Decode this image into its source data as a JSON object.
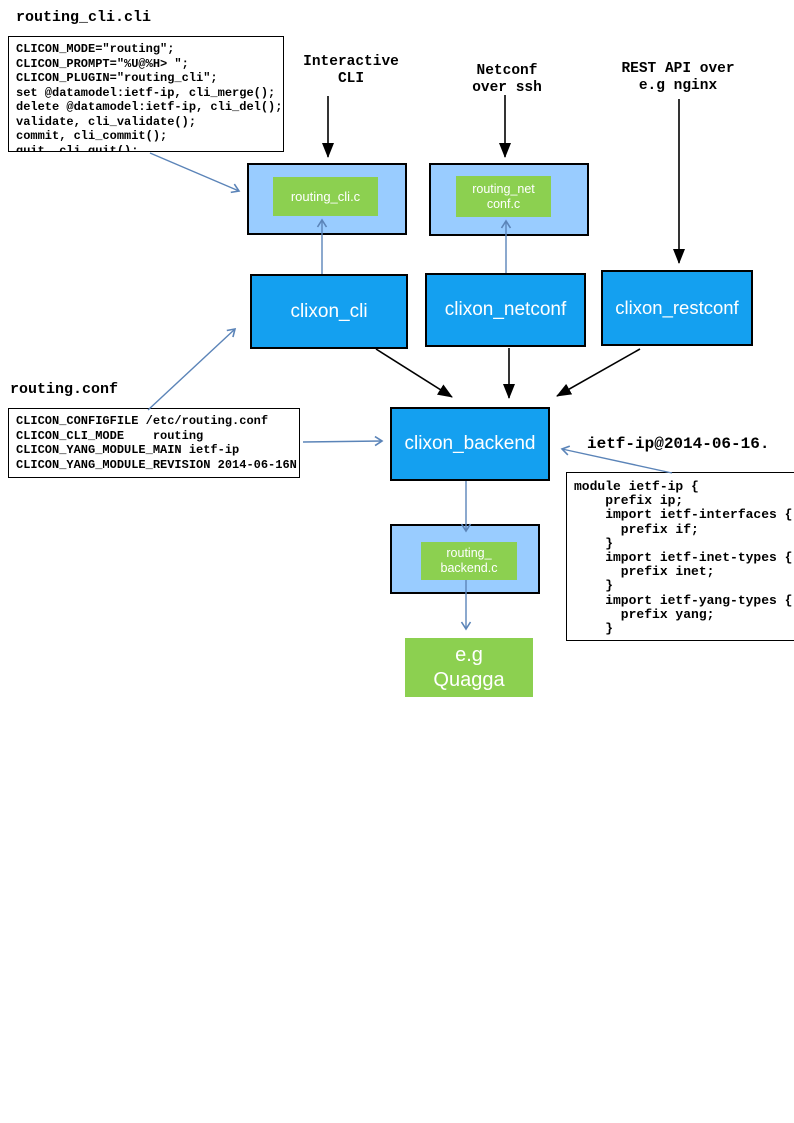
{
  "colors": {
    "daemon_blue": "#14a0f0",
    "container_lightblue": "#99ccff",
    "plugin_green": "#8cd050",
    "arrow_blue": "#5b84b8",
    "arrow_black": "#000000"
  },
  "files": {
    "routing_cli": {
      "title": "routing_cli.cli",
      "code": [
        "CLICON_MODE=\"routing\";",
        "CLICON_PROMPT=\"%U@%H> \";",
        "CLICON_PLUGIN=\"routing_cli\";",
        "set @datamodel:ietf-ip, cli_merge();",
        "delete @datamodel:ietf-ip, cli_del();",
        "validate, cli_validate();",
        "commit, cli_commit();",
        "quit, cli_quit();"
      ]
    },
    "routing_conf": {
      "title": "routing.conf",
      "code": [
        "CLICON_CONFIGFILE /etc/routing.conf",
        "CLICON_CLI_MODE    routing",
        "CLICON_YANG_MODULE_MAIN ietf-ip",
        "CLICON_YANG_MODULE_REVISION 2014-06-16N"
      ]
    },
    "yang_module": {
      "title": "ietf-ip@2014-06-16.",
      "code": [
        "module ietf-ip {",
        "    prefix ip;",
        "    import ietf-interfaces {",
        "      prefix if;",
        "    }",
        "    import ietf-inet-types {",
        "      prefix inet;",
        "    }",
        "    import ietf-yang-types {",
        "      prefix yang;",
        "    }"
      ]
    }
  },
  "labels": {
    "interactive_cli": "Interactive\nCLI",
    "netconf_over_ssh": "Netconf\nover ssh",
    "rest_api": "REST API over\ne.g nginx"
  },
  "nodes": {
    "routing_cli_plugin": "routing_cli.c",
    "routing_netconf_plugin": "routing_net\nconf.c",
    "clixon_cli": "clixon_cli",
    "clixon_netconf": "clixon_netconf",
    "clixon_restconf": "clixon_restconf",
    "clixon_backend": "clixon_backend",
    "routing_backend_plugin": "routing_\nbackend.c",
    "quagga": "e.g\nQuagga"
  }
}
